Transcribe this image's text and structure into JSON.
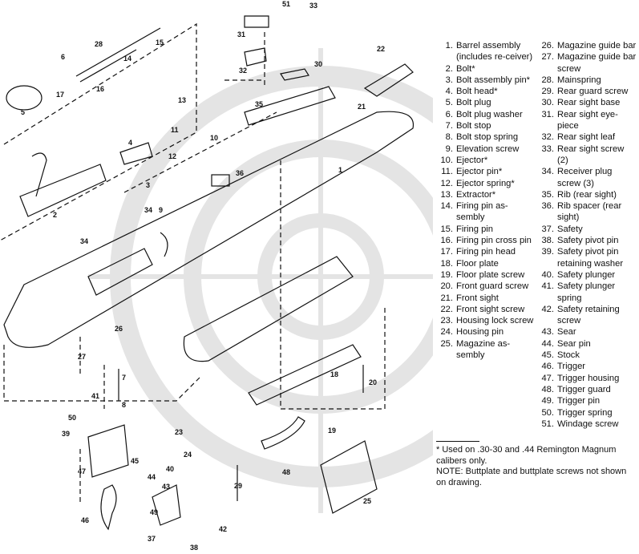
{
  "diagram": {
    "callouts": [
      {
        "id": "c51",
        "text": "51"
      },
      {
        "id": "c33",
        "text": "33"
      },
      {
        "id": "c31",
        "text": "31"
      },
      {
        "id": "c28",
        "text": "28"
      },
      {
        "id": "c15",
        "text": "15"
      },
      {
        "id": "c6",
        "text": "6"
      },
      {
        "id": "c14",
        "text": "14"
      },
      {
        "id": "c30",
        "text": "30"
      },
      {
        "id": "c22",
        "text": "22"
      },
      {
        "id": "c32",
        "text": "32"
      },
      {
        "id": "c5",
        "text": "5"
      },
      {
        "id": "c17",
        "text": "17"
      },
      {
        "id": "c16",
        "text": "16"
      },
      {
        "id": "c13",
        "text": "13"
      },
      {
        "id": "c35",
        "text": "35"
      },
      {
        "id": "c21",
        "text": "21"
      },
      {
        "id": "c11",
        "text": "11"
      },
      {
        "id": "c4",
        "text": "4"
      },
      {
        "id": "c10",
        "text": "10"
      },
      {
        "id": "c12",
        "text": "12"
      },
      {
        "id": "c1",
        "text": "1"
      },
      {
        "id": "c36",
        "text": "36"
      },
      {
        "id": "c3",
        "text": "3"
      },
      {
        "id": "c2",
        "text": "2"
      },
      {
        "id": "c34a",
        "text": "34"
      },
      {
        "id": "c9",
        "text": "9"
      },
      {
        "id": "c34b",
        "text": "34"
      },
      {
        "id": "c26",
        "text": "26"
      },
      {
        "id": "c27",
        "text": "27"
      },
      {
        "id": "c7",
        "text": "7"
      },
      {
        "id": "c18",
        "text": "18"
      },
      {
        "id": "c20",
        "text": "20"
      },
      {
        "id": "c41",
        "text": "41"
      },
      {
        "id": "c8",
        "text": "8"
      },
      {
        "id": "c50",
        "text": "50"
      },
      {
        "id": "c39",
        "text": "39"
      },
      {
        "id": "c23",
        "text": "23"
      },
      {
        "id": "c19",
        "text": "19"
      },
      {
        "id": "c47",
        "text": "47"
      },
      {
        "id": "c45",
        "text": "45"
      },
      {
        "id": "c24",
        "text": "24"
      },
      {
        "id": "c40",
        "text": "40"
      },
      {
        "id": "c44",
        "text": "44"
      },
      {
        "id": "c43",
        "text": "43"
      },
      {
        "id": "c29",
        "text": "29"
      },
      {
        "id": "c48",
        "text": "48"
      },
      {
        "id": "c25",
        "text": "25"
      },
      {
        "id": "c46",
        "text": "46"
      },
      {
        "id": "c49",
        "text": "49"
      },
      {
        "id": "c42",
        "text": "42"
      },
      {
        "id": "c37",
        "text": "37"
      },
      {
        "id": "c38",
        "text": "38"
      }
    ]
  },
  "legend": {
    "left": [
      {
        "n": "1.",
        "t": "Barrel assembly (includes re-ceiver)"
      },
      {
        "n": "2.",
        "t": "Bolt*"
      },
      {
        "n": "3.",
        "t": "Bolt assembly pin*"
      },
      {
        "n": "4.",
        "t": "Bolt head*"
      },
      {
        "n": "5.",
        "t": "Bolt plug"
      },
      {
        "n": "6.",
        "t": "Bolt plug washer"
      },
      {
        "n": "7.",
        "t": "Bolt stop"
      },
      {
        "n": "8.",
        "t": "Bolt stop spring"
      },
      {
        "n": "9.",
        "t": "Elevation screw"
      },
      {
        "n": "10.",
        "t": "Ejector*"
      },
      {
        "n": "11.",
        "t": "Ejector pin*"
      },
      {
        "n": "12.",
        "t": "Ejector spring*"
      },
      {
        "n": "13.",
        "t": "Extractor*"
      },
      {
        "n": "14.",
        "t": "Firing pin as-sembly"
      },
      {
        "n": "15.",
        "t": "Firing pin"
      },
      {
        "n": "16.",
        "t": "Firing pin cross pin"
      },
      {
        "n": "17.",
        "t": "Firing pin head"
      },
      {
        "n": "18.",
        "t": "Floor plate"
      },
      {
        "n": "19.",
        "t": "Floor plate screw"
      },
      {
        "n": "20.",
        "t": "Front guard screw"
      },
      {
        "n": "21.",
        "t": "Front sight"
      },
      {
        "n": "22.",
        "t": "Front sight screw"
      },
      {
        "n": "23.",
        "t": "Housing lock screw"
      },
      {
        "n": "24.",
        "t": "Housing pin"
      },
      {
        "n": "25.",
        "t": "Magazine as-sembly"
      }
    ],
    "right": [
      {
        "n": "26.",
        "t": "Magazine guide bar"
      },
      {
        "n": "27.",
        "t": "Magazine guide bar screw"
      },
      {
        "n": "28.",
        "t": "Mainspring"
      },
      {
        "n": "29.",
        "t": "Rear guard screw"
      },
      {
        "n": "30.",
        "t": "Rear sight base"
      },
      {
        "n": "31.",
        "t": "Rear sight eye-piece"
      },
      {
        "n": "32.",
        "t": "Rear sight leaf"
      },
      {
        "n": "33.",
        "t": "Rear sight screw (2)"
      },
      {
        "n": "34.",
        "t": "Receiver plug screw (3)"
      },
      {
        "n": "35.",
        "t": "Rib (rear sight)"
      },
      {
        "n": "36.",
        "t": "Rib spacer (rear sight)"
      },
      {
        "n": "37.",
        "t": "Safety"
      },
      {
        "n": "38.",
        "t": "Safety pivot pin"
      },
      {
        "n": "39.",
        "t": "Safety pivot pin retaining washer"
      },
      {
        "n": "40.",
        "t": "Safety plunger"
      },
      {
        "n": "41.",
        "t": "Safety plunger spring"
      },
      {
        "n": "42.",
        "t": "Safety retaining screw"
      },
      {
        "n": "43.",
        "t": "Sear"
      },
      {
        "n": "44.",
        "t": "Sear pin"
      },
      {
        "n": "45.",
        "t": "Stock"
      },
      {
        "n": "46.",
        "t": "Trigger"
      },
      {
        "n": "47.",
        "t": "Trigger housing"
      },
      {
        "n": "48.",
        "t": "Trigger guard"
      },
      {
        "n": "49.",
        "t": "Trigger pin"
      },
      {
        "n": "50.",
        "t": "Trigger spring"
      },
      {
        "n": "51.",
        "t": "Windage screw"
      }
    ],
    "footnote": "* Used on .30-30 and .44 Remington Magnum calibers only.",
    "note": "NOTE: Buttplate and buttplate screws not shown on drawing."
  },
  "colors": {
    "ink": "#111111",
    "watermark": "#e4e4e4",
    "paper": "#ffffff"
  }
}
